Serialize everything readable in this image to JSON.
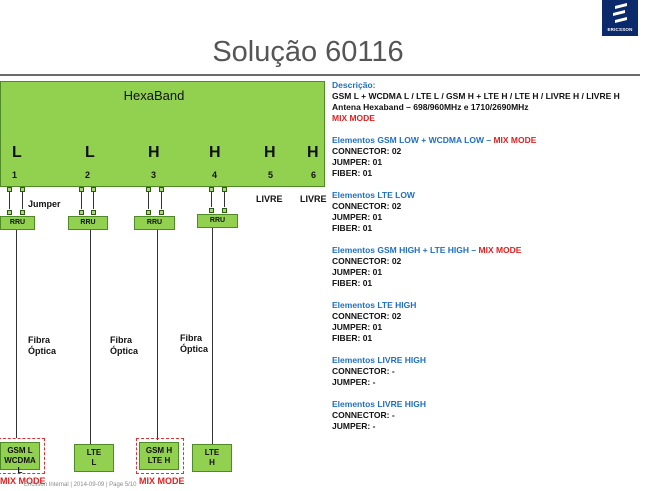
{
  "title": "Solução 60116",
  "logo_text": "ERICSSON",
  "hexaband_label": "HexaBand",
  "ports": [
    {
      "letter": "L",
      "num": "1"
    },
    {
      "letter": "L",
      "num": "2"
    },
    {
      "letter": "H",
      "num": "3"
    },
    {
      "letter": "H",
      "num": "4"
    },
    {
      "letter": "H",
      "num": "5"
    },
    {
      "letter": "H",
      "num": "6"
    }
  ],
  "jumper_label": "Jumper",
  "livre_label": "LIVRE",
  "rru_label": "RRU",
  "fibra_label_1": "Fibra",
  "fibra_label_2": "Óptica",
  "antennas": [
    {
      "line1": "GSM L",
      "line2": "WCDMA L"
    },
    {
      "line1": "LTE",
      "line2": "L"
    },
    {
      "line1": "GSM H",
      "line2": "LTE H"
    },
    {
      "line1": "LTE",
      "line2": "H"
    }
  ],
  "mix_mode": "MIX MODE",
  "footer": "Ericsson Internal  |  2014-09-09  |  Page 5/10",
  "description": {
    "heading": "Descrição:",
    "line1": "GSM L + WCDMA L / LTE L / GSM H + LTE H / LTE H / LIVRE H / LIVRE H",
    "line2": "Antena Hexaband – 698/960MHz  e  1710/2690MHz",
    "mix": "MIX MODE",
    "sections": [
      {
        "title": "Elementos  GSM LOW + WCDMA LOW – ",
        "title_red": "MIX MODE",
        "connector": "CONNECTOR: 02",
        "jumper": "JUMPER: 01",
        "fiber": "FIBER: 01"
      },
      {
        "title": "Elementos  LTE LOW",
        "title_red": "",
        "connector": "CONNECTOR: 02",
        "jumper": "JUMPER: 01",
        "fiber": "FIBER: 01"
      },
      {
        "title": "Elementos  GSM HIGH + LTE HIGH – ",
        "title_red": "MIX MODE",
        "connector": "CONNECTOR: 02",
        "jumper": "JUMPER: 01",
        "fiber": "FIBER: 01"
      },
      {
        "title": "Elementos  LTE HIGH",
        "title_red": "",
        "connector": "CONNECTOR: 02",
        "jumper": "JUMPER: 01",
        "fiber": "FIBER: 01"
      },
      {
        "title": "Elementos  LIVRE HIGH",
        "title_red": "",
        "connector": "CONNECTOR: -",
        "jumper": "JUMPER: -"
      },
      {
        "title": "Elementos  LIVRE HIGH",
        "title_red": "",
        "connector": "CONNECTOR: -",
        "jumper": "JUMPER: -"
      }
    ]
  }
}
